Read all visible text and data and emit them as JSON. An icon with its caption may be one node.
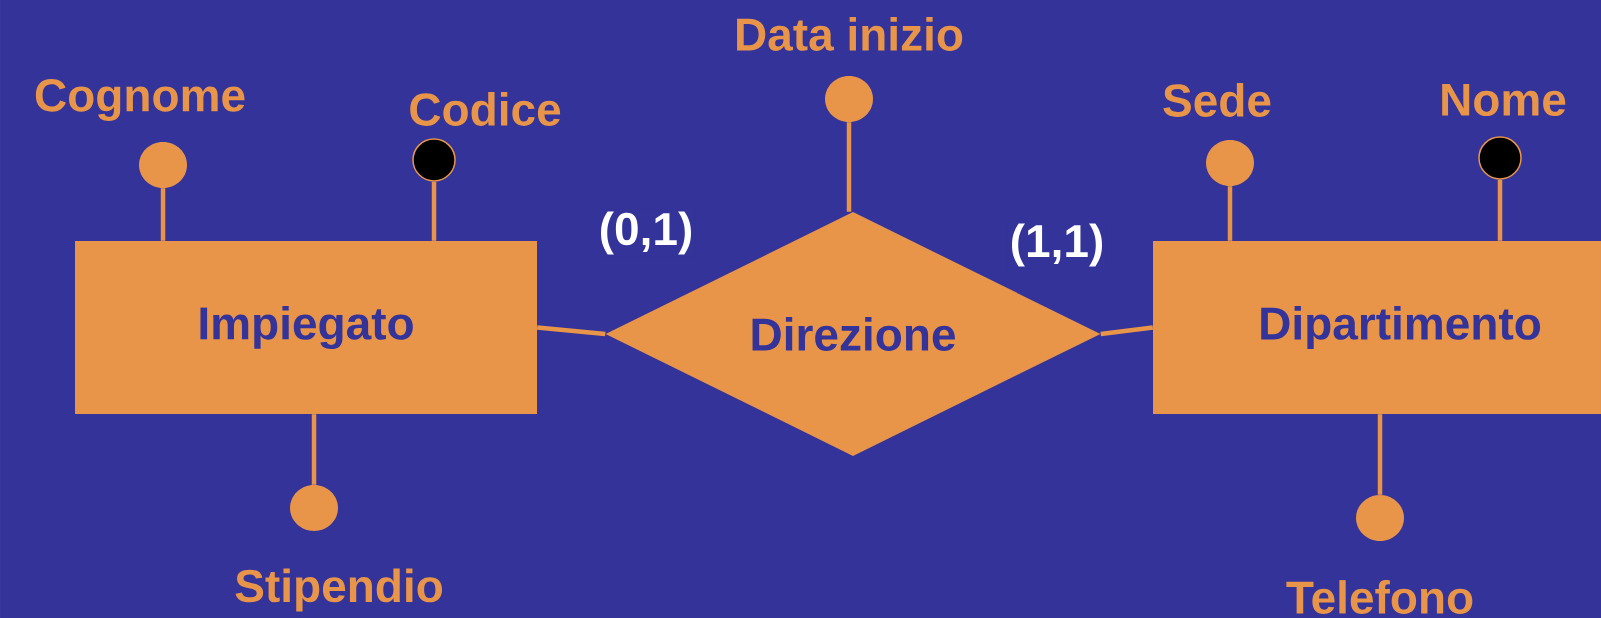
{
  "diagram": {
    "nodes": [
      {
        "text": [
          "Impiegato"
        ]
      },
      {
        "text": [
          "Direzione"
        ]
      },
      {
        "text": [
          "Dipartimento"
        ]
      },
      {
        "text": [],
        "shape": "circle",
        "beside": [
          "Cognome"
        ]
      },
      {
        "text": [],
        "shape": "dot",
        "beside": [
          "Codice"
        ]
      },
      {
        "text": [],
        "shape": "circle",
        "beside": [
          "Stipendio"
        ]
      },
      {
        "text": [],
        "shape": "circle",
        "beside": [
          "Data inizio"
        ]
      },
      {
        "text": [],
        "shape": "circle",
        "beside": [
          "Sede"
        ]
      },
      {
        "text": [],
        "shape": "dot",
        "beside": [
          "Nome"
        ]
      },
      {
        "text": [],
        "shape": "circle",
        "beside": [
          "Telefono"
        ]
      }
    ],
    "edges": [
      {
        "from": 0,
        "to": 1,
        "arrow": "none",
        "label": "(0,1)"
      },
      {
        "from": 1,
        "to": 2,
        "arrow": "none",
        "label": "(1,1)"
      },
      {
        "from": 0,
        "to": 3,
        "arrow": "none"
      },
      {
        "from": 0,
        "to": 4,
        "arrow": "none"
      },
      {
        "from": 0,
        "to": 5,
        "arrow": "none"
      },
      {
        "from": 1,
        "to": 6,
        "arrow": "none"
      },
      {
        "from": 2,
        "to": 7,
        "arrow": "none"
      },
      {
        "from": 2,
        "to": 8,
        "arrow": "none"
      },
      {
        "from": 2,
        "to": 9,
        "arrow": "none"
      }
    ]
  }
}
